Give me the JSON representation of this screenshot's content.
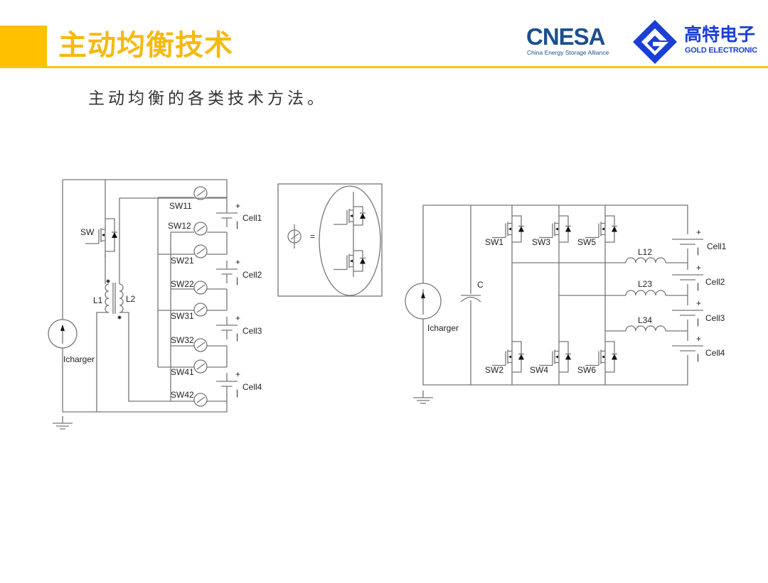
{
  "header": {
    "title": "主动均衡技术",
    "logo_cnesa": "CNESA",
    "logo_cnesa_sub": "China Energy Storage Alliance",
    "logo_gold_cn": "高特电子",
    "logo_gold_en": "GOLD ELECTRONIC",
    "accent_color": "#FFC000",
    "brand_blue": "#1b3fd6"
  },
  "subtitle": "主动均衡的各类技术方法。",
  "diagram_left": {
    "switch_label": "SW",
    "l1": "L1",
    "l2": "L2",
    "source": "Icharger",
    "switches": [
      "SW11",
      "SW12",
      "SW21",
      "SW22",
      "SW31",
      "SW32",
      "SW41",
      "SW42"
    ],
    "cells": [
      "Cell1",
      "Cell2",
      "Cell3",
      "Cell4"
    ],
    "plus": "+",
    "minus": "|"
  },
  "inset": {
    "equals": "="
  },
  "diagram_right": {
    "source": "Icharger",
    "capacitor": "C",
    "switches": [
      "SW1",
      "SW3",
      "SW5",
      "SW2",
      "SW4",
      "SW6"
    ],
    "inductors": [
      "L12",
      "L23",
      "L34"
    ],
    "cells": [
      "Cell1",
      "Cell2",
      "Cell3",
      "Cell4"
    ]
  }
}
